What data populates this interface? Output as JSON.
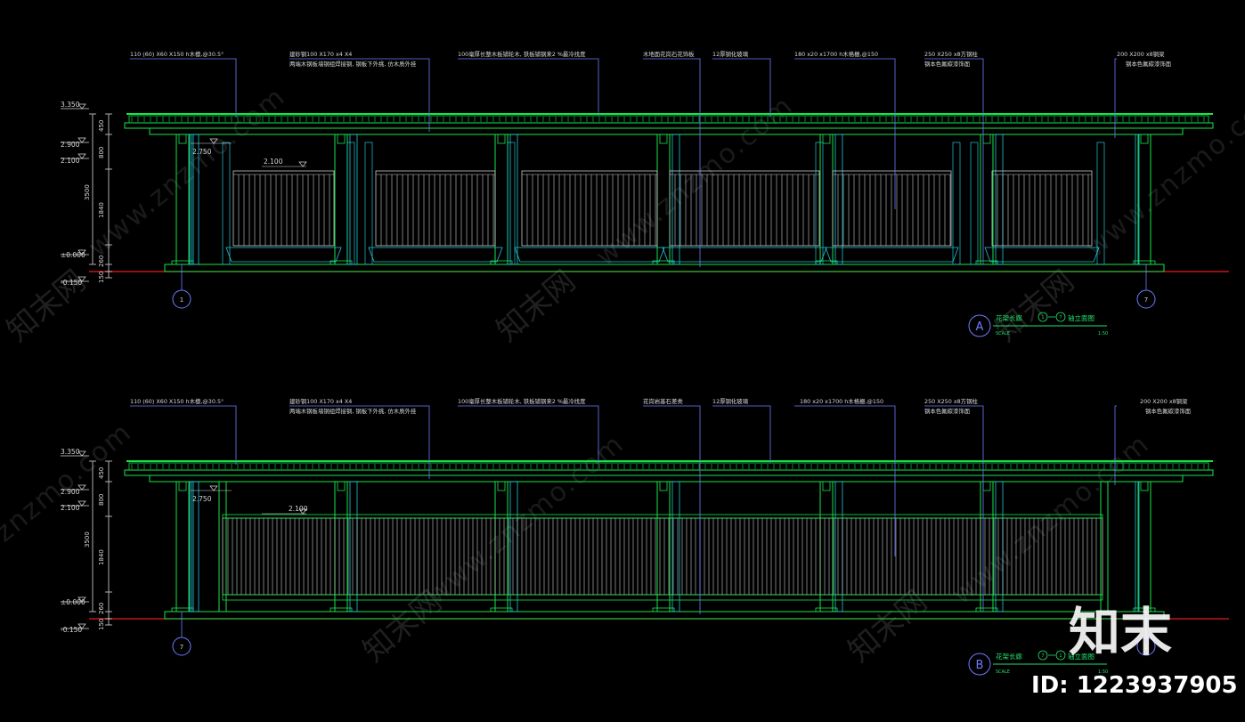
{
  "colors": {
    "background": "#000000",
    "structure": "#17e34a",
    "secondary": "#20c8d8",
    "leader": "#6f7bff",
    "ground": "#e51c1c",
    "rail": "#c8c8c8",
    "text": "#d8d8d8"
  },
  "watermark": {
    "cn": "知末网",
    "url": "www.znzmo.com",
    "url_short": "znzmo.com",
    "logo_cn": "知末",
    "id_label": "ID: 1223937905"
  },
  "elevations": [
    {
      "key": "A",
      "callouts": [
        "110 (60) X60 X150 h木檩,@30.5°",
        "建砂钢100 X170 x4 X4",
        "两端木钢板墙钢组焊接钢, 钢板下外挑, 仿木质外挂",
        "100毫厚长整木板铺轮木, 铁板铺钢来2 %最冷找度",
        "木地面花岗石花饰板",
        "12厚钢化玻璃",
        "180 x20 x1700 h木格栅,@150",
        "250 X250 x8方钢柱",
        "钢本色氟碳漆饰面",
        "200 X200 x8钢梁",
        "钢本色氟碳漆饰面"
      ],
      "levels": [
        "3.350",
        "2.900",
        "2.100",
        "±0.000",
        "-0.150"
      ],
      "dims": [
        "450",
        "800",
        "3500",
        "1840",
        "260",
        "150"
      ],
      "inner_levels": [
        "2.750",
        "2.100"
      ],
      "axes": [
        "1",
        "7"
      ],
      "title": {
        "letter": "A",
        "name": "花架长廊",
        "from": "1",
        "to": "7",
        "suffix": "轴立面图",
        "scale_label": "SCALE",
        "scale_value": "1:50"
      }
    },
    {
      "key": "B",
      "callouts": [
        "110 (60) X60 X150 h木檩,@30.5°",
        "建砂钢100 X170 x4 X4",
        "两端木钢板墙钢组焊接钢, 钢板下外挑, 仿木质外挂",
        "100毫厚长整木板铺轮木, 铁板铺钢来2 %最冷找度",
        "花岗岩基石差类",
        "12厚钢化玻璃",
        "180 x20 x1700 h木格栅,@150",
        "250 X250 x8方钢柱",
        "钢本色氟碳漆饰面",
        "200 X200 x8钢梁",
        "钢本色氟碳漆饰面"
      ],
      "levels": [
        "3.350",
        "2.900",
        "2.100",
        "±0.000",
        "-0.150"
      ],
      "dims": [
        "450",
        "800",
        "3500",
        "1840",
        "260",
        "150"
      ],
      "inner_levels": [
        "2.750",
        "2.100"
      ],
      "axes": [
        "7",
        "1"
      ],
      "title": {
        "letter": "B",
        "name": "花架长廊",
        "from": "7",
        "to": "1",
        "suffix": "轴立面图",
        "scale_label": "SCALE",
        "scale_value": "1:50"
      }
    }
  ]
}
